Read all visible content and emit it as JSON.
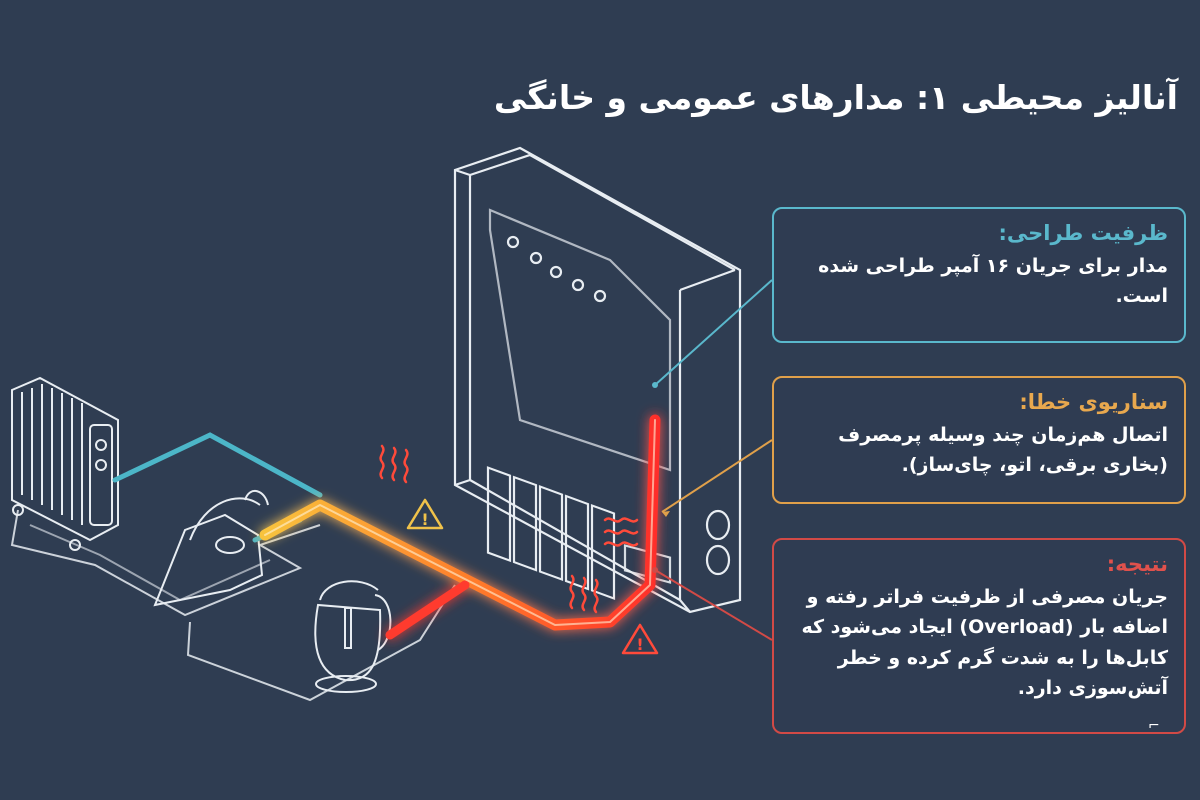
{
  "title": "آنالیز محیطی ۱: مدارهای عمومی و خانگی",
  "cards": {
    "capacity": {
      "title": "ظرفیت طراحی:",
      "body": "مدار برای جریان ۱۶ آمپر طراحی شده است.",
      "color": "#5ab8cc"
    },
    "error": {
      "title": "سناریوی خطا:",
      "body": "اتصال هم‌زمان چند وسیله پرمصرف (بخاری برقی، اتو، چای‌ساز).",
      "color": "#e0a04a"
    },
    "result": {
      "title": "نتیجه:",
      "body": "جریان مصرفی از ظرفیت فراتر رفته و اضافه بار (Overload) ایجاد می‌شود که کابل‌ها را به شدت گرم کرده و خطر آتش‌سوزی دارد.",
      "color": "#d24a46"
    }
  },
  "diagram": {
    "devices": [
      "radiator-heater-icon",
      "clothes-iron-icon",
      "electric-kettle-icon",
      "electrical-panel-icon",
      "warning-icon",
      "heat-waves-icon"
    ],
    "wire_colors": {
      "normal": "#4cb6c8",
      "warm": "#f4b53a",
      "hot": "#ff3a2e",
      "outline": "#e8edf2"
    }
  },
  "footer_mark": "⌐"
}
